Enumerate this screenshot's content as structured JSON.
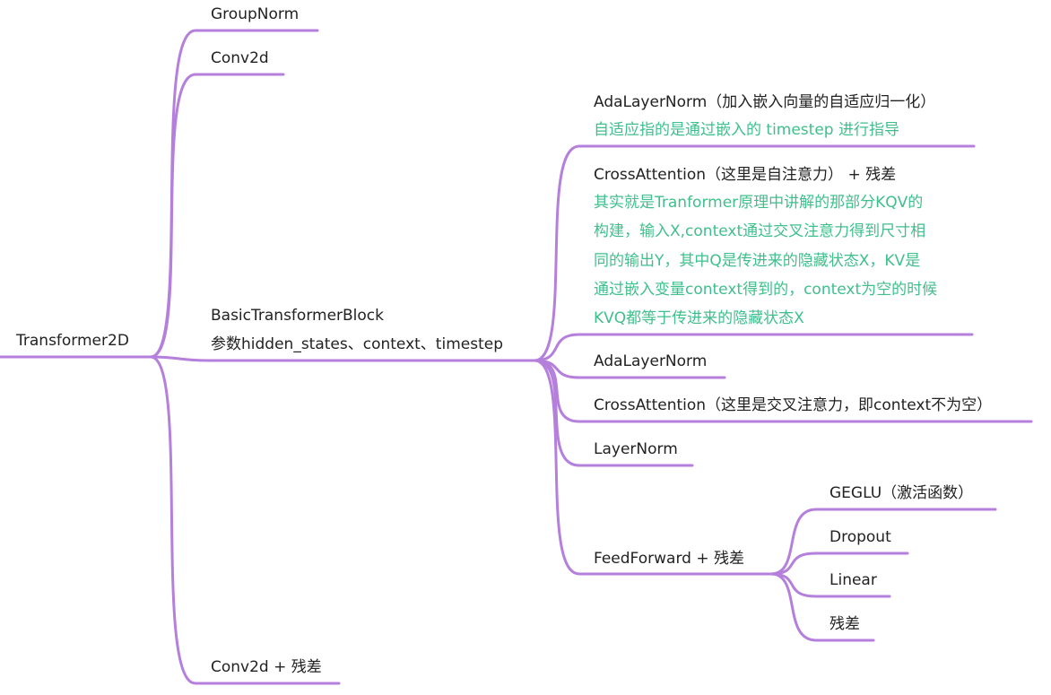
{
  "colors": {
    "branch": "#b57fdc",
    "text": "#222222",
    "annotation": "#3fbf8c",
    "background": "#ffffff"
  },
  "root": {
    "label": "Transformer2D"
  },
  "level1": {
    "groupnorm": "GroupNorm",
    "conv_in": "Conv2d",
    "block_title": "BasicTransformerBlock",
    "block_params": "参数hidden_states、context、timestep",
    "conv_out": "Conv2d + 残差"
  },
  "block_children": {
    "adanorm1": {
      "title": "AdaLayerNorm（加入嵌入向量的自适应归一化）",
      "note": "自适应指的是通过嵌入的 timestep 进行指导"
    },
    "attn1": {
      "title": "CrossAttention（这里是自注意力） + 残差",
      "note_lines": [
        "其实就是Tranformer原理中讲解的那部分KQV的",
        "构建，输入X,context通过交叉注意力得到尺寸相",
        "同的输出Y，其中Q是传进来的隐藏状态X，KV是",
        "通过嵌入变量context得到的，context为空的时候",
        "KVQ都等于传进来的隐藏状态X"
      ]
    },
    "adanorm2": "AdaLayerNorm",
    "attn2": "CrossAttention（这里是交叉注意力，即context不为空）",
    "layernorm": "LayerNorm",
    "ff": "FeedForward + 残差"
  },
  "ff_children": {
    "geglu": "GEGLU（激活函数）",
    "dropout": "Dropout",
    "linear": "Linear",
    "residual": "残差"
  }
}
